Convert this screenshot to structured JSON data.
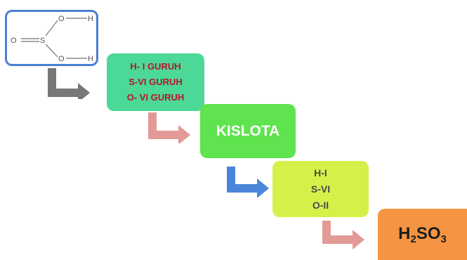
{
  "structure": {
    "atoms": {
      "s": "S",
      "o_double": "O",
      "o_top": "O",
      "o_bottom": "O",
      "h_top": "H",
      "h_bottom": "H"
    }
  },
  "groups": {
    "items": [
      "H- I GURUH",
      "S-VI GURUH",
      "O- VI GURUH"
    ]
  },
  "kislota": {
    "label": "KISLOTA"
  },
  "valence": {
    "items": [
      "H-I",
      "S-VI",
      "O-II"
    ]
  },
  "formula": {
    "h": "H",
    "h_sub": "2",
    "so": "SO",
    "o_sub": "3"
  },
  "colors": {
    "structure_border": "#4a7fd0",
    "groups_bg": "#4cd896",
    "groups_text": "#b5152b",
    "kislota_bg": "#5fe34f",
    "valence_bg": "#d7f049",
    "formula_bg": "#f59443",
    "arrow_gray": "#777777",
    "arrow_pink": "#e39a97",
    "arrow_blue": "#4a86d8"
  },
  "arrows": [
    "gray-elbow-arrow",
    "pink-elbow-arrow",
    "blue-elbow-arrow",
    "pink-elbow-arrow"
  ]
}
